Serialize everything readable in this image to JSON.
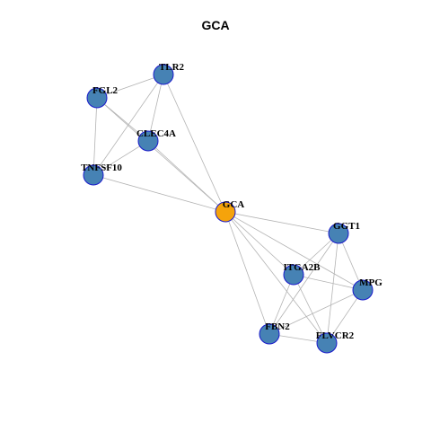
{
  "title": "GCA",
  "colors": {
    "hub_fill": "#f5a30b",
    "node_fill": "#4682b4",
    "node_stroke": "#1a1acc",
    "edge": "#b3b3b3"
  },
  "nodes": [
    {
      "id": "TLR2",
      "label": "TLR2",
      "hub": false
    },
    {
      "id": "FGL2",
      "label": "FGL2",
      "hub": false
    },
    {
      "id": "CLEC4A",
      "label": "CLEC4A",
      "hub": false
    },
    {
      "id": "TNFSF10",
      "label": "TNFSF10",
      "hub": false
    },
    {
      "id": "GCA",
      "label": "GCA",
      "hub": true
    },
    {
      "id": "GGT1",
      "label": "GGT1",
      "hub": false
    },
    {
      "id": "ITGA2B",
      "label": "ITGA2B",
      "hub": false
    },
    {
      "id": "MPG",
      "label": "MPG",
      "hub": false
    },
    {
      "id": "FBN2",
      "label": "FBN2",
      "hub": false
    },
    {
      "id": "FLVCR2",
      "label": "FLVCR2",
      "hub": false
    }
  ],
  "edges": [
    [
      "FGL2",
      "TLR2"
    ],
    [
      "FGL2",
      "CLEC4A"
    ],
    [
      "FGL2",
      "TNFSF10"
    ],
    [
      "FGL2",
      "GCA"
    ],
    [
      "TLR2",
      "CLEC4A"
    ],
    [
      "TLR2",
      "TNFSF10"
    ],
    [
      "TLR2",
      "GCA"
    ],
    [
      "CLEC4A",
      "TNFSF10"
    ],
    [
      "CLEC4A",
      "GCA"
    ],
    [
      "TNFSF10",
      "GCA"
    ],
    [
      "GCA",
      "GGT1"
    ],
    [
      "GCA",
      "ITGA2B"
    ],
    [
      "GCA",
      "MPG"
    ],
    [
      "GCA",
      "FBN2"
    ],
    [
      "GCA",
      "FLVCR2"
    ],
    [
      "GGT1",
      "ITGA2B"
    ],
    [
      "GGT1",
      "MPG"
    ],
    [
      "GGT1",
      "FBN2"
    ],
    [
      "GGT1",
      "FLVCR2"
    ],
    [
      "ITGA2B",
      "MPG"
    ],
    [
      "ITGA2B",
      "FBN2"
    ],
    [
      "ITGA2B",
      "FLVCR2"
    ],
    [
      "MPG",
      "FBN2"
    ],
    [
      "MPG",
      "FLVCR2"
    ],
    [
      "FBN2",
      "FLVCR2"
    ]
  ]
}
